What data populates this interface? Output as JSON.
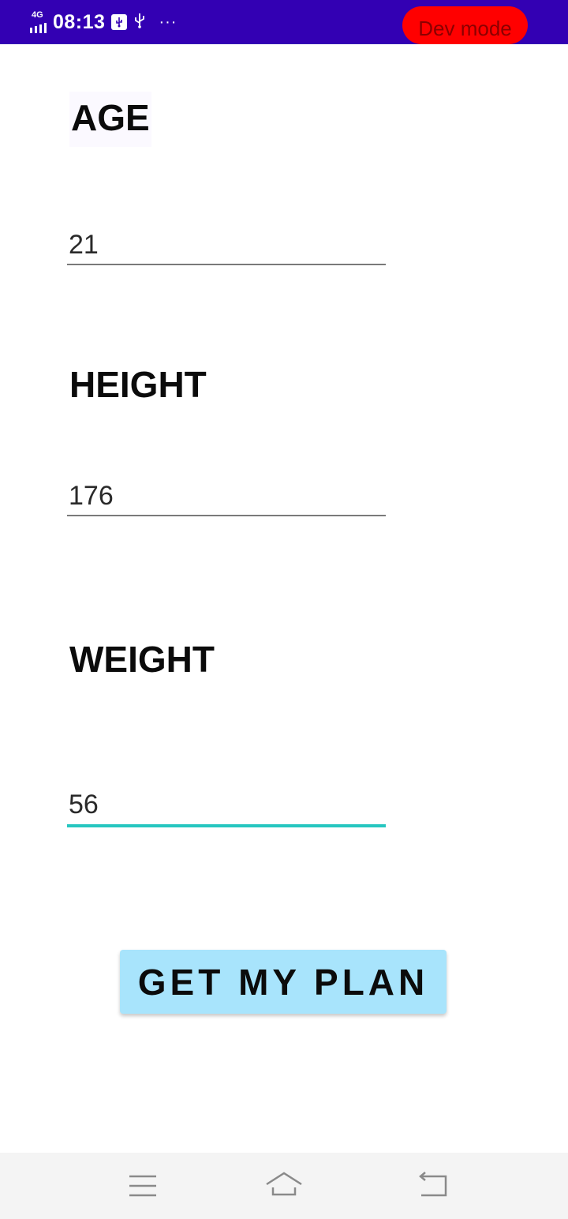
{
  "status_bar": {
    "network_type": "4G",
    "time": "08:13",
    "more": "···",
    "dev_mode_label": "Dev mode",
    "background_color": "#3300b3",
    "dev_mode_color": "#ff0000"
  },
  "form": {
    "age": {
      "label": "AGE",
      "value": "21"
    },
    "height": {
      "label": "HEIGHT",
      "value": "176"
    },
    "weight": {
      "label": "WEIGHT",
      "value": "56",
      "focused": true
    },
    "focus_color": "#26c6c0"
  },
  "button": {
    "label": "GET MY PLAN",
    "background_color": "#a8e4fc"
  },
  "nav_bar": {
    "icons": [
      "menu-icon",
      "home-icon",
      "back-icon"
    ]
  }
}
